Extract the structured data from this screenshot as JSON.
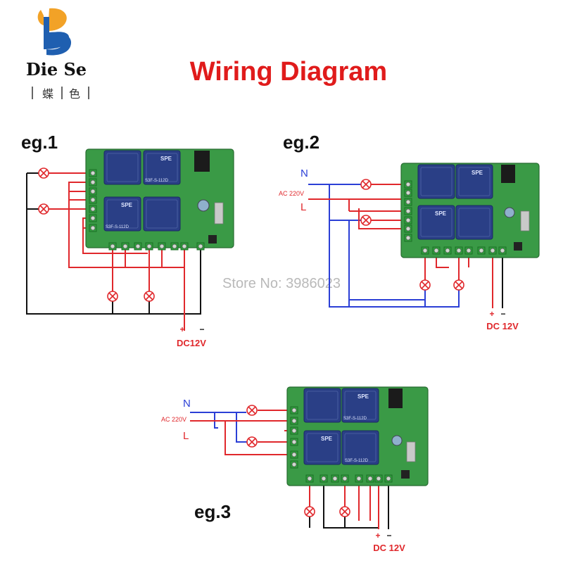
{
  "brand": {
    "name": "Die Se",
    "chinese_1": "蝶",
    "chinese_2": "色"
  },
  "title": "Wiring Diagram",
  "watermark": "Store No: 3986023",
  "relay_labels": {
    "brand": "SPE",
    "model": "S3F-S-112D"
  },
  "examples": [
    {
      "label": "eg.1",
      "dc_label": "DC12V"
    },
    {
      "label": "eg.2",
      "n": "N",
      "ac": "AC 220V",
      "l": "L",
      "dc_label": "DC 12V"
    },
    {
      "label": "eg.3",
      "n": "N",
      "ac": "AC 220V",
      "l": "L",
      "dc_label": "DC 12V"
    }
  ],
  "terminals": {
    "plus": "+",
    "minus": "−"
  },
  "colors": {
    "title": "#e01b1b",
    "wire_red": "#e0282c",
    "wire_blue": "#2b3fd6",
    "wire_black": "#111111",
    "pcb": "#3a9a46",
    "relay": "#2a3f86",
    "terminal": "#2f9e3c",
    "logo_orange": "#f2a227",
    "logo_blue": "#1f5fb0"
  }
}
